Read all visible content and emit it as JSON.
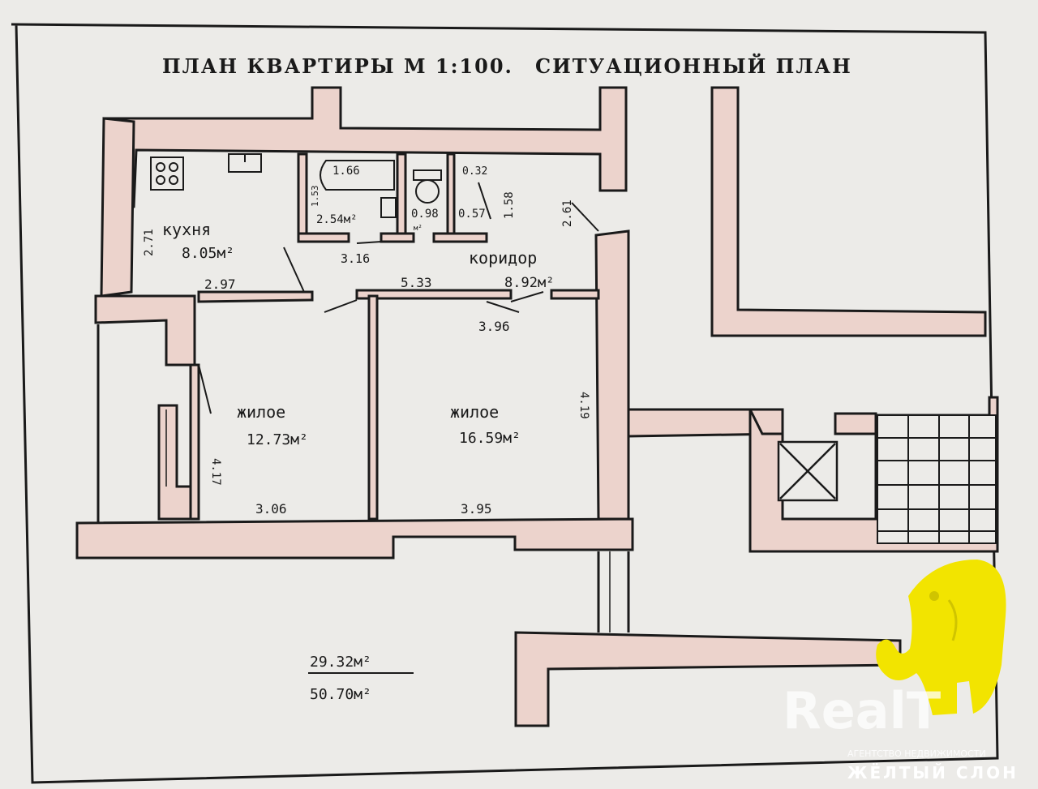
{
  "header": {
    "plan_title": "ПЛАН КВАРТИРЫ М 1:100.",
    "situation_title": "СИТУАЦИОННЫЙ ПЛАН"
  },
  "rooms": {
    "kitchen": {
      "name": "кухня",
      "area": "8.05м²",
      "width": "2.97",
      "height": "2.71"
    },
    "bath": {
      "length": "1.66",
      "area": "2.54м²",
      "side": "1.53"
    },
    "wc": {
      "area": "0.98",
      "unit": "м²"
    },
    "closet": {
      "area": "0.57",
      "top": "0.32",
      "side": "1.58"
    },
    "corridor": {
      "name": "коридор",
      "area": "8.92м²",
      "length": "5.33",
      "side": "2.61",
      "door_width": "3.16"
    },
    "living1": {
      "name": "жилое",
      "area": "12.73м²",
      "width": "3.06",
      "side": "4.17"
    },
    "living2": {
      "name": "жилое",
      "area": "16.59м²",
      "width": "3.95",
      "top": "3.96",
      "side": "4.19"
    }
  },
  "totals": {
    "living_area": "29.32м²",
    "total_area": "50.70м²"
  },
  "watermark": {
    "brand": "RealT",
    "agency_line": "АГЕНТСТВО НЕДВИЖИМОСТИ",
    "agency_name": "ЖЁЛТЫЙ СЛОН",
    "logo_color": "#f2e400"
  },
  "colors": {
    "wall_fill": "#ecd3cc",
    "paper": "#ecebe8",
    "ink": "#1a1a1a"
  }
}
